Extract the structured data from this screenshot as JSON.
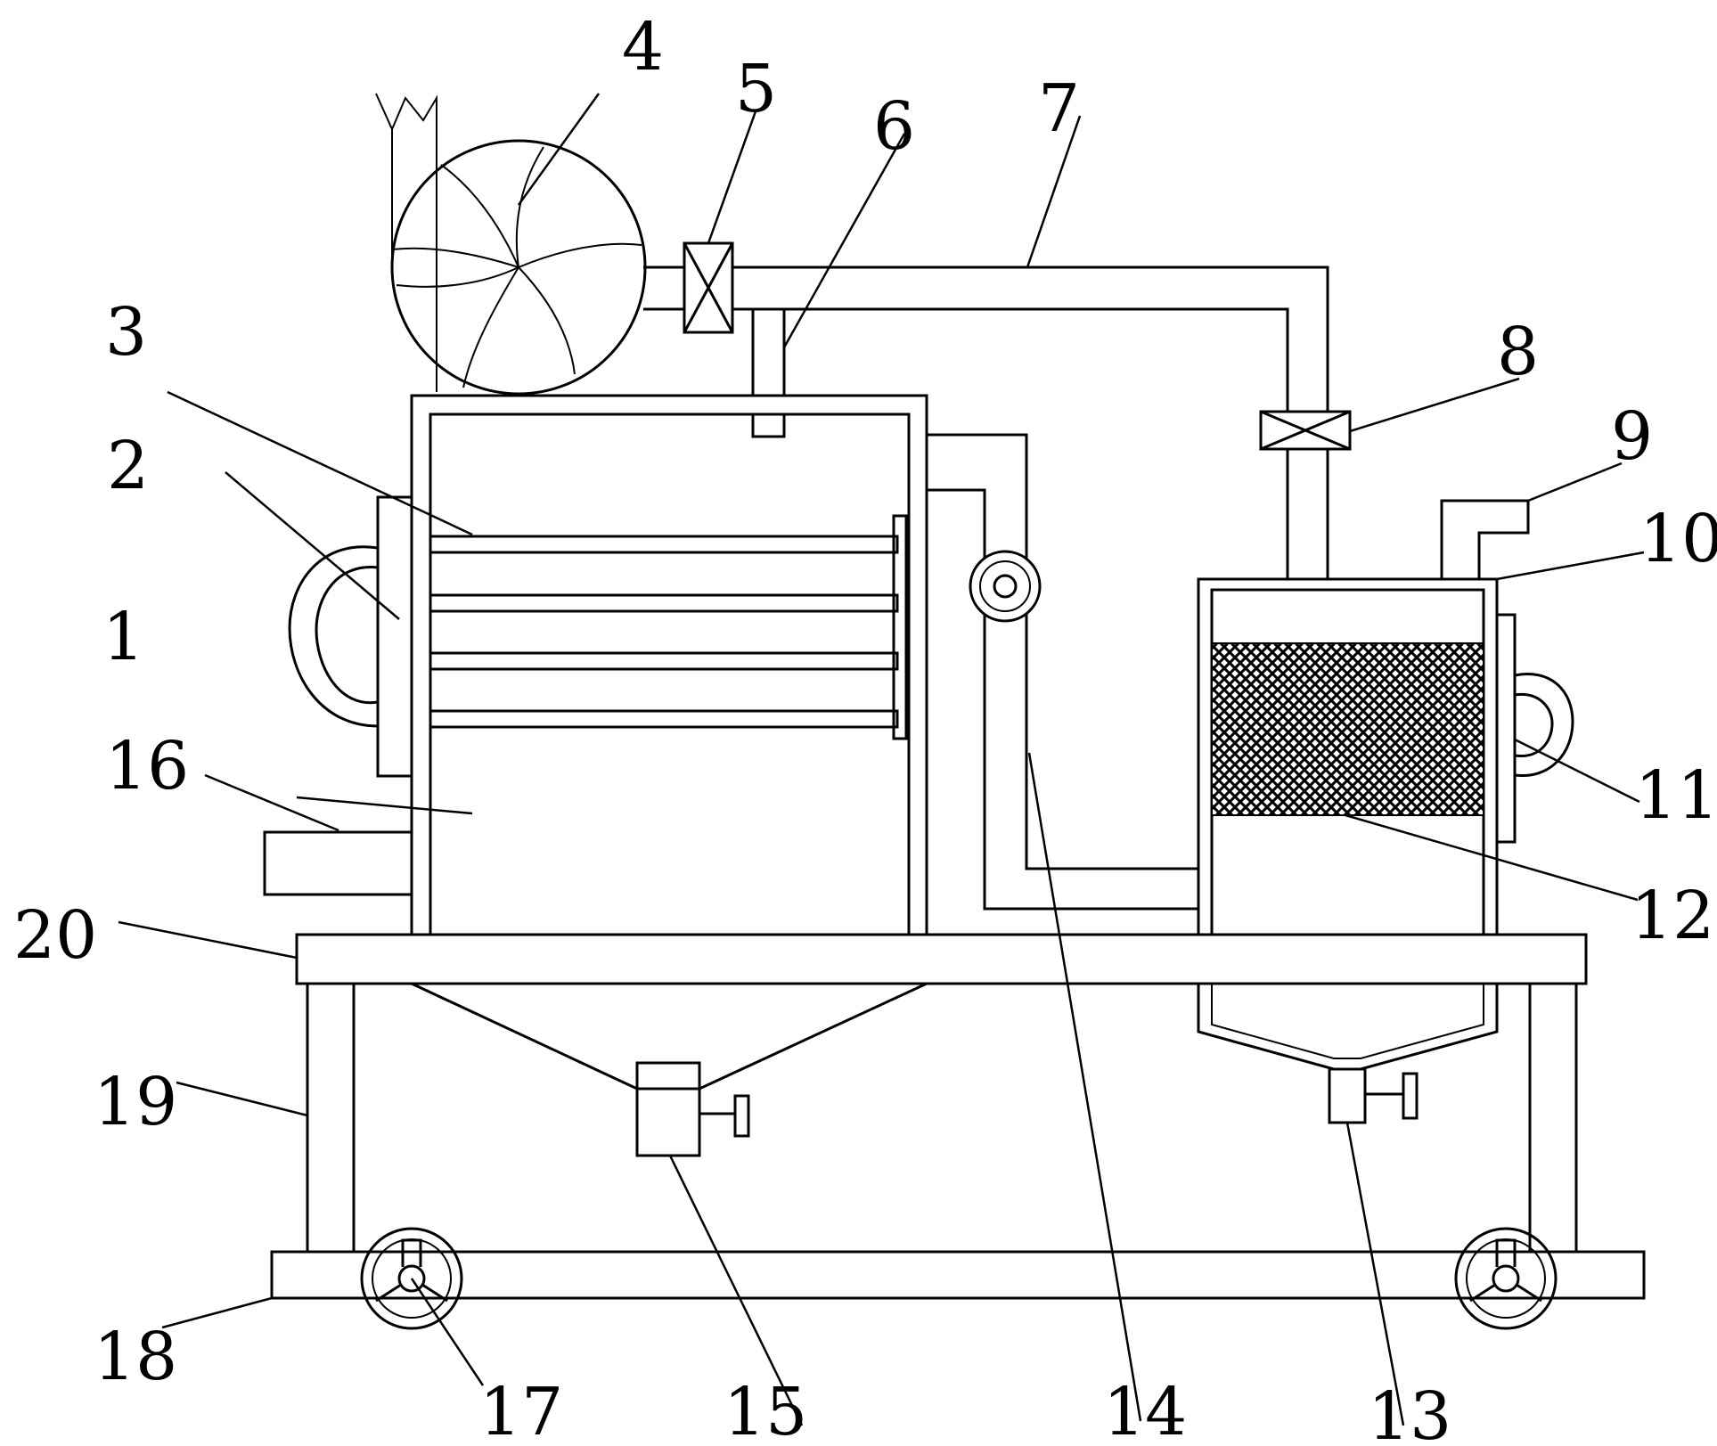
{
  "labels": {
    "l1": "1",
    "l2": "2",
    "l3": "3",
    "l4": "4",
    "l5": "5",
    "l6": "6",
    "l7": "7",
    "l8": "8",
    "l9": "9",
    "l10": "10",
    "l11": "11",
    "l12": "12",
    "l13": "13",
    "l14": "14",
    "l15": "15",
    "l16": "16",
    "l17": "17",
    "l18": "18",
    "l19": "19",
    "l20": "20"
  },
  "colors": {
    "line": "#000000",
    "background": "#ffffff",
    "filter_mesh": "#000000"
  }
}
